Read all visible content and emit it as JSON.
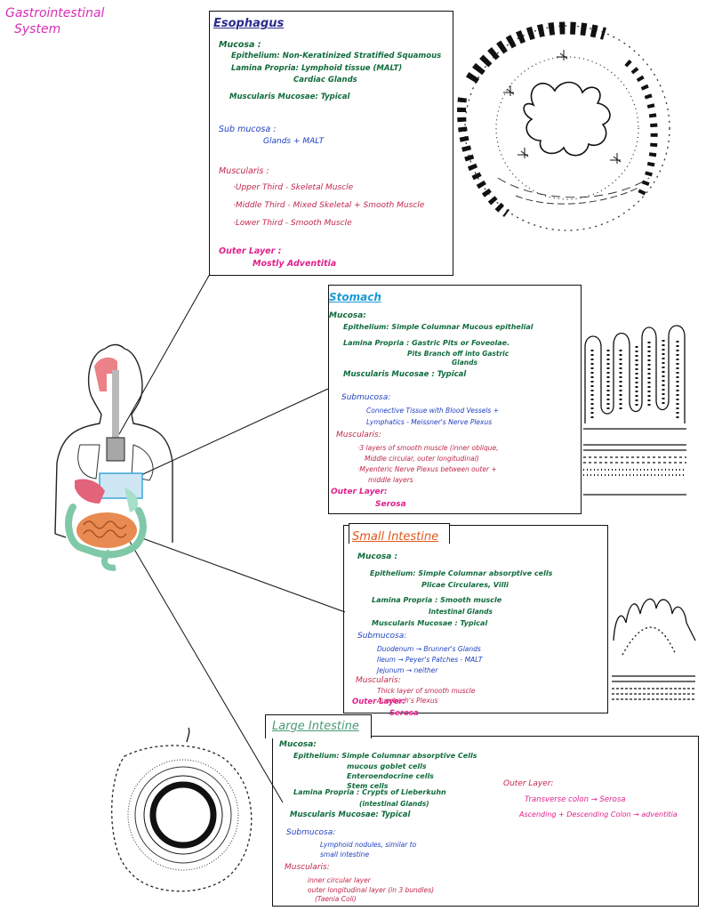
{
  "page_title": [
    "Gastrointestinal",
    "System"
  ],
  "esophagus": {
    "title": "Esophagus",
    "mucosa": "Mucosa :",
    "epithelium": "Epithelium: Non-Keratinized Stratified Squamous",
    "lamina": "Lamina Propria: Lymphoid tissue (MALT)",
    "lamina2": "Cardiac Glands",
    "muscularis_mucosae": "Muscularis Mucosae: Typical",
    "submucosa": "Sub mucosa :",
    "submucosa_v": "Glands + MALT",
    "muscularis": "Muscularis :",
    "m1": "·Upper Third - Skeletal Muscle",
    "m2": "·Middle Third - Mixed Skeletal + Smooth Muscle",
    "m3": "·Lower Third - Smooth Muscle",
    "outer": "Outer Layer :",
    "outer_v": "Mostly Adventitia"
  },
  "stomach": {
    "title": "Stomach",
    "mucosa": "Mucosa:",
    "epithelium": "Epithelium: Simple Columnar Mucous epithelial",
    "lamina": "Lamina Propria : Gastric Pits or Foveolae.",
    "lamina2": "Pits Branch off into Gastric",
    "lamina3": "Glands",
    "muscularis_mucosae": "Muscularis Mucosae : Typical",
    "submucosa": "Submucosa:",
    "sub1": "Connective Tissue with Blood Vessels +",
    "sub2": "Lymphatics - Meissner's Nerve Plexus",
    "muscularis": "Muscularis:",
    "m1": "·3 layers of smooth muscle (inner oblique,",
    "m2": "Middle circular, outer longitudinal)",
    "m3": "·Myenteric Nerve Plexus between outer +",
    "m4": "middle layers",
    "outer": "Outer Layer:",
    "outer_v": "Serosa"
  },
  "small_intestine": {
    "title": "Small Intestine",
    "mucosa": "Mucosa :",
    "epithelium": "Epithelium: Simple Columnar absorptive cells",
    "epithelium2": "Plicae Circulares, Villi",
    "lamina": "Lamina Propria : Smooth muscle",
    "lamina2": "Intestinal Glands",
    "muscularis_mucosae": "Muscularis Mucosae : Typical",
    "submucosa": "Submucosa:",
    "s1": "Duodenum → Brunner's Glands",
    "s2": "Ileum → Peyer's Patches - MALT",
    "s3": "Jejunum → neither",
    "muscularis": "Muscularis:",
    "m1": "Thick layer of smooth muscle",
    "m2": "Auerbach's Plexus",
    "outer": "Outer Layer:",
    "outer_v": "Serosa"
  },
  "large_intestine": {
    "title": "Large Intestine",
    "mucosa": "Mucosa:",
    "epithelium": "Epithelium: Simple Columnar absorptive Cells",
    "e2": "mucous goblet cells",
    "e3": "Enteroendocrine cells",
    "e4": "Stem cells",
    "lamina": "Lamina Propria : Crypts of Lieberkuhn",
    "lamina2": "(intestinal Glands)",
    "muscularis_mucosae": "Muscularis Mucosae: Typical",
    "submucosa": "Submucosa:",
    "sub1": "Lymphoid nodules, similar to",
    "sub2": "small intestine",
    "muscularis": "Muscularis:",
    "m1": "inner circular layer",
    "m2": "outer longitudinal layer (in 3 bundles)",
    "m3": "(Taenia Coli)",
    "outer": "Outer Layer:",
    "o1": "Transverse colon → Serosa",
    "o2": "Ascending + Descending Colon → adventitia"
  },
  "colors": {
    "title": "#d72fb6",
    "green": "#0f6b3c",
    "blue": "#1f3fc0",
    "red": "#c2274a",
    "pink": "#e0208c"
  }
}
